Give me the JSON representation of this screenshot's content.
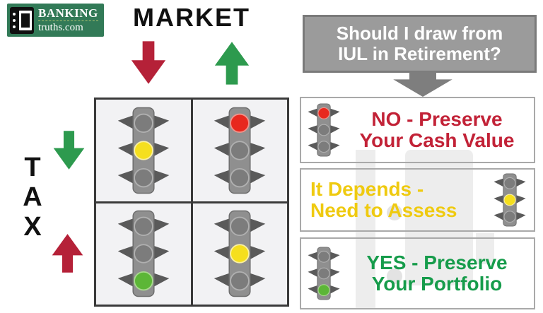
{
  "logo": {
    "line1": "BANKING",
    "line2": "truths.com"
  },
  "axes": {
    "market": {
      "label": "MARKET"
    },
    "tax": {
      "label": "TAX",
      "letters": [
        "T",
        "A",
        "X"
      ]
    }
  },
  "question": {
    "line1": "Should I draw from",
    "line2": "IUL in Retirement?"
  },
  "quadrants": [
    {
      "position": "top-left",
      "market": "down",
      "tax": "down",
      "light": "yellow"
    },
    {
      "position": "top-right",
      "market": "up",
      "tax": "down",
      "light": "red"
    },
    {
      "position": "bottom-left",
      "market": "down",
      "tax": "up",
      "light": "green"
    },
    {
      "position": "bottom-right",
      "market": "up",
      "tax": "up",
      "light": "yellow"
    }
  ],
  "answers": [
    {
      "id": "no",
      "light": "red",
      "light_side": "left",
      "line1": "NO - Preserve",
      "line2": "Your Cash Value",
      "text_color": "#c22237"
    },
    {
      "id": "it-depends",
      "light": "yellow",
      "light_side": "right",
      "line1": "It Depends -",
      "line2": "Need to Assess",
      "text_color": "#efca10"
    },
    {
      "id": "yes",
      "light": "green",
      "light_side": "left",
      "line1": "YES - Preserve",
      "line2": "Your Portfolio",
      "text_color": "#169c4b"
    }
  ],
  "colors": {
    "red_arrow": "#b52138",
    "green_arrow": "#2d9a4e",
    "gray_arrow": "#7e7e7e",
    "question_box_bg": "#9b9b9b",
    "question_box_border": "#7a7a7a",
    "logo_green": "#327a57",
    "lit_red": "#e8281e",
    "lit_yellow": "#f5df1e",
    "lit_green": "#5cb637",
    "grid_border": "#3a3a3a",
    "cell_bg": "#f2f2f4"
  }
}
